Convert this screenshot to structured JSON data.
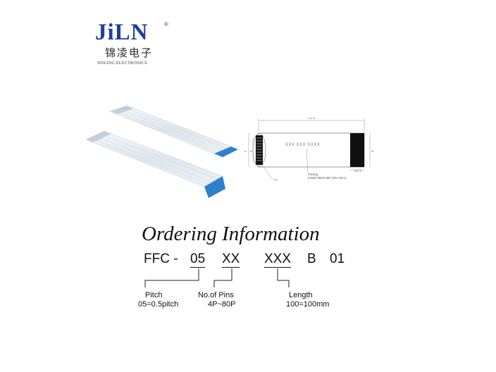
{
  "logo": {
    "word": "JiLN",
    "registered": "®",
    "chinese": "锦凌电子",
    "english": "JINLING ELECTRONICS"
  },
  "drawing": {
    "printing_text": "XXX XXX XXXX",
    "printing_label": "Printing",
    "printing_spec": "(AWM 20624 80C 60V VW-1)",
    "marker": "\"A\""
  },
  "ordering": {
    "title": "Ordering Information",
    "code": {
      "prefix": "FFC -",
      "pitch": "05",
      "pins": "XX",
      "length": "XXX",
      "type": "B",
      "suffix": "01"
    },
    "labels": {
      "pitch_title": "Pitch",
      "pitch_value": "05=0.5pitch",
      "pins_title": "No.of  Pins",
      "pins_value": "4P~80P",
      "length_title": "Length",
      "length_value": "100=100mm"
    }
  },
  "colors": {
    "logo_blue": "#1f3f9a",
    "stiffener_blue": "#2f7fd0",
    "conductor_silver": "#e6ecf2"
  }
}
